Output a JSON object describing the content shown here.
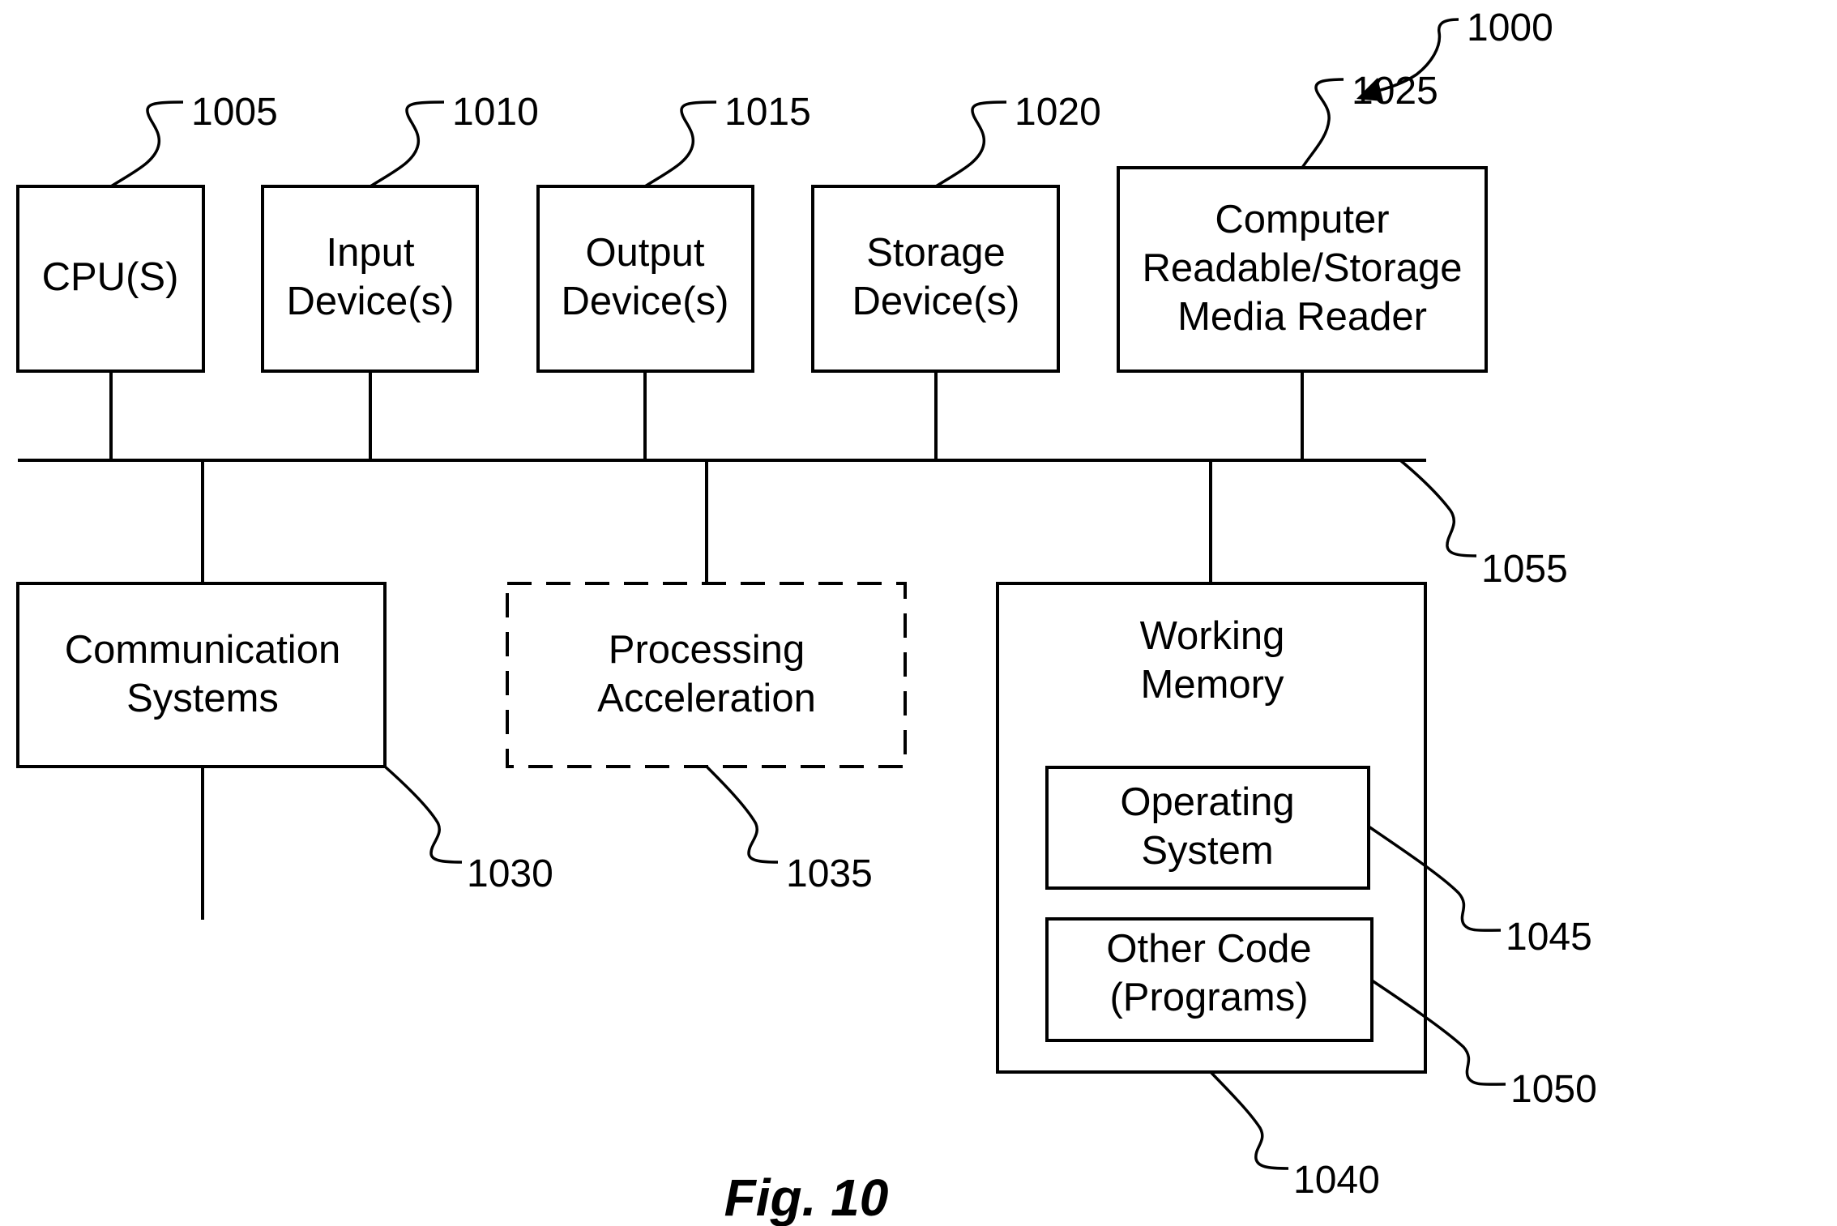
{
  "figure": {
    "caption": "Fig. 10",
    "ref_main": "1000",
    "bus_ref": "1055"
  },
  "blocks": {
    "cpu": {
      "lines": [
        "CPU(S)"
      ],
      "ref": "1005"
    },
    "input": {
      "lines": [
        "Input",
        "Device(s)"
      ],
      "ref": "1010"
    },
    "output": {
      "lines": [
        "Output",
        "Device(s)"
      ],
      "ref": "1015"
    },
    "storage": {
      "lines": [
        "Storage",
        "Device(s)"
      ],
      "ref": "1020"
    },
    "reader": {
      "lines": [
        "Computer",
        "Readable/Storage",
        "Media Reader"
      ],
      "ref": "1025"
    },
    "comm": {
      "lines": [
        "Communication",
        "Systems"
      ],
      "ref": "1030"
    },
    "accel": {
      "lines": [
        "Processing",
        "Acceleration"
      ],
      "ref": "1035",
      "style": "dashed"
    },
    "memory": {
      "lines": [
        "Working",
        "Memory"
      ],
      "ref": "1040"
    },
    "os": {
      "lines": [
        "Operating",
        "System"
      ],
      "ref": "1045"
    },
    "code": {
      "lines": [
        "Other Code",
        "(Programs)"
      ],
      "ref": "1050"
    }
  }
}
